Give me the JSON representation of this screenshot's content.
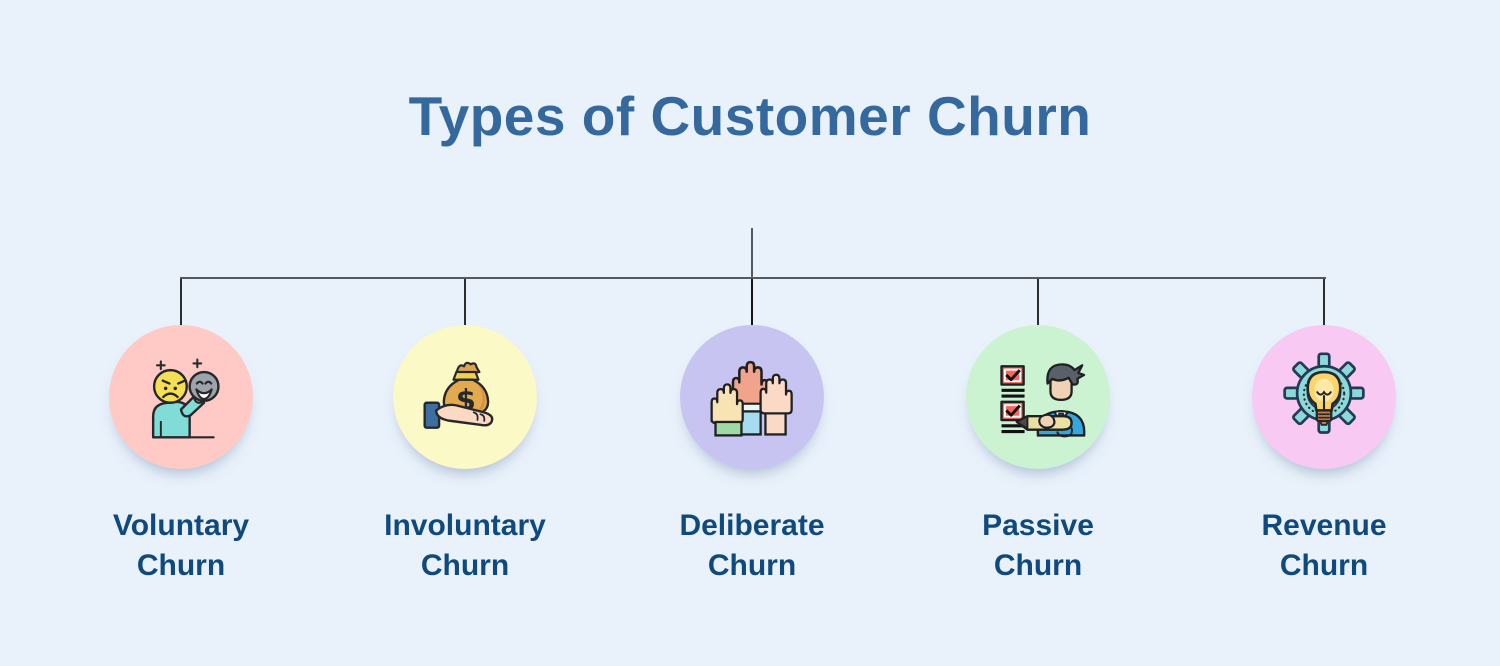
{
  "title": "Types of Customer Churn",
  "colors": {
    "background": "#E9F2FB",
    "title_text": "#35689D",
    "label_text": "#10497E",
    "connector_line": "#55595E",
    "connector_drop": "#2B2D2F"
  },
  "branches": [
    {
      "label": "Voluntary\nChurn",
      "icon": "person-holding-mask-icon",
      "circle_color": "#FFC9C5"
    },
    {
      "label": "Involuntary\nChurn",
      "icon": "money-bag-in-hand-icon",
      "circle_color": "#FBF9C5"
    },
    {
      "label": "Deliberate\nChurn",
      "icon": "raised-hands-icon",
      "circle_color": "#C8C4F2"
    },
    {
      "label": "Passive\nChurn",
      "icon": "checklist-person-icon",
      "circle_color": "#CBF2D1"
    },
    {
      "label": "Revenue\nChurn",
      "icon": "gear-lightbulb-icon",
      "circle_color": "#F8C9F2"
    }
  ]
}
